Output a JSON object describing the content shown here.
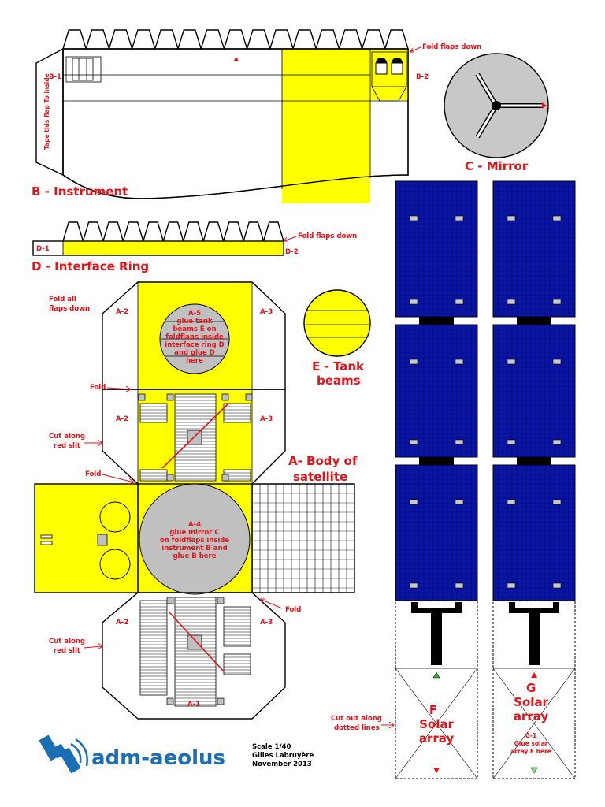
{
  "parts": {
    "b": {
      "title": "B - Instrument",
      "label_left": "B-1",
      "label_right": "B-2",
      "tape_note": "Tape this flap To inside",
      "fold_note": "Fold flaps down"
    },
    "c": {
      "title": "C - Mirror"
    },
    "d": {
      "title": "D - Interface Ring",
      "label_left": "D-1",
      "label_right": "D-2",
      "fold_note": "Fold flaps down"
    },
    "e": {
      "title_line1": "E - Tank",
      "title_line2": "beams"
    },
    "a": {
      "title_line1": "A- Body of",
      "title_line2": "satellite",
      "labels": {
        "a1": "A-1",
        "a2": "A-2",
        "a3": "A-3"
      },
      "a5_note": [
        "A-5",
        "glue tank",
        "beams E on",
        "foldflaps inside",
        "interface ring D",
        "and glue D",
        "here"
      ],
      "a4_note": [
        "A-4",
        "glue mirror C",
        "on foldflaps inside",
        "instrument B and",
        "glue B here"
      ],
      "notes": {
        "fold_all": [
          "Fold all",
          "flaps down"
        ],
        "fold": "Fold",
        "cut_slit": [
          "Cut along",
          "red slit"
        ]
      }
    },
    "f": {
      "title_line1": "F",
      "title_line2": "Solar",
      "title_line3": "array",
      "cut_note": [
        "Cut out along",
        "dotted lines"
      ]
    },
    "g": {
      "title_line1": "G",
      "title_line2": "Solar",
      "title_line3": "array",
      "glue_note": [
        "G-1",
        "Glue solar",
        "array F here"
      ]
    }
  },
  "footer": {
    "brand": "adm-aeolus",
    "scale": "Scale 1/40",
    "author": "Gilles Labruyère",
    "date": "November 2013"
  },
  "colors": {
    "yellow": "#ffff00",
    "red": "#e4141b",
    "panel_blue": "#0a14a6",
    "brand_blue": "#1a6eb4",
    "gray": "#c0c0c0"
  }
}
